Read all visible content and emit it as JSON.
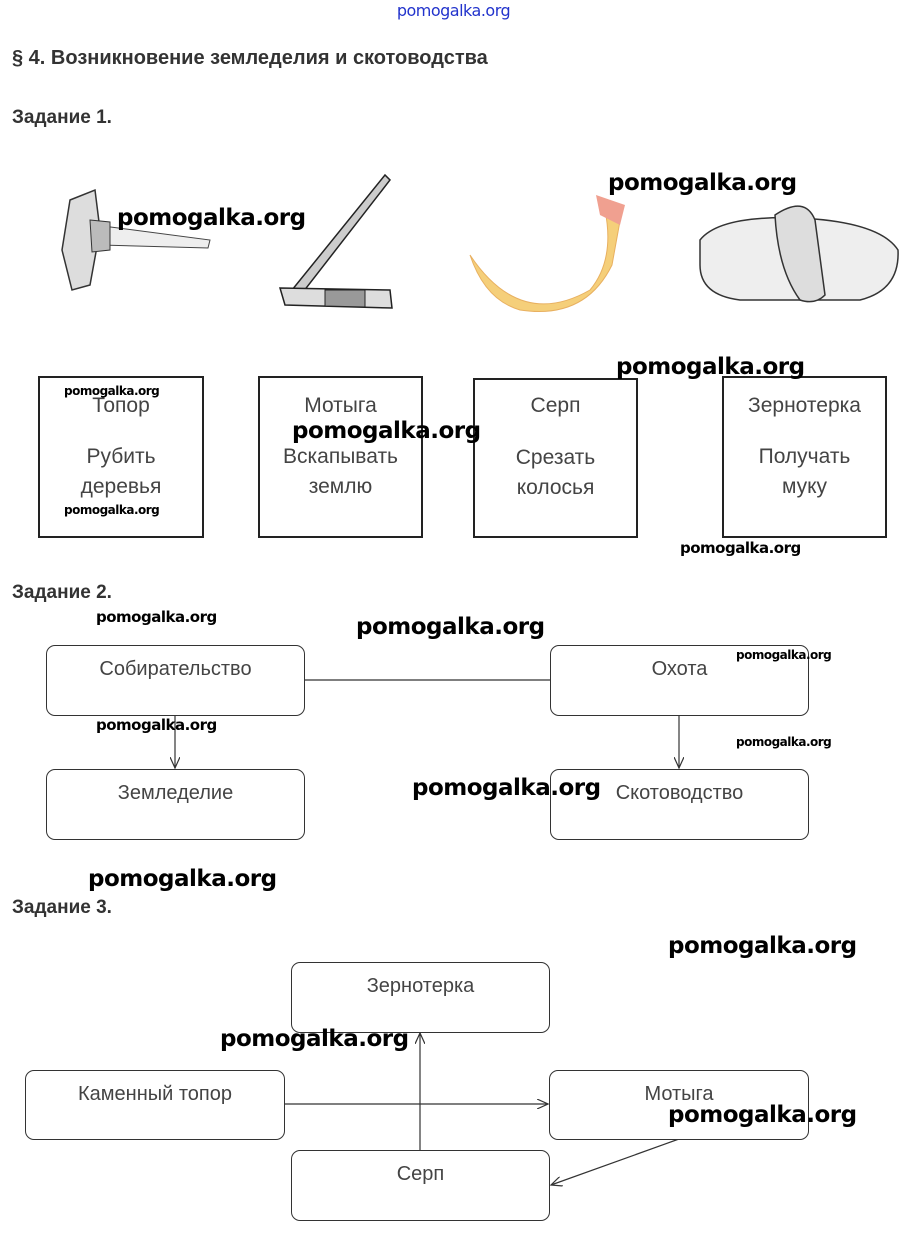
{
  "watermark": "pomogalka.org",
  "title": "§ 4. Возникновение земледелия и скотоводства",
  "task1": {
    "heading": "Задание 1.",
    "cards": [
      {
        "name": "Топор",
        "use": [
          "Рубить",
          "деревья"
        ]
      },
      {
        "name": "Мотыга",
        "use": [
          "Вскапывать",
          "землю"
        ]
      },
      {
        "name": "Серп",
        "use": [
          "Срезать",
          "колосья"
        ]
      },
      {
        "name": "Зернотерка",
        "use": [
          "Получать",
          "муку"
        ]
      }
    ]
  },
  "task2": {
    "heading": "Задание 2.",
    "boxes": [
      "Собирательство",
      "Охота",
      "Земледелие",
      "Скотоводство"
    ]
  },
  "task3": {
    "heading": "Задание 3.",
    "boxes": [
      "Зернотерка",
      "Каменный топор",
      "Мотыга",
      "Серп"
    ]
  },
  "colors": {
    "watermark_top": "#2233cc",
    "text": "#444444"
  }
}
